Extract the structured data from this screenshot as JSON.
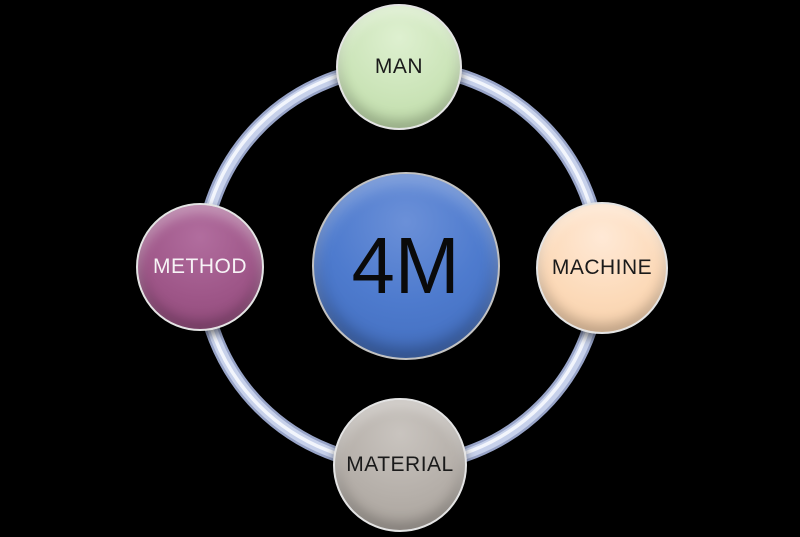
{
  "diagram": {
    "type": "cycle-hub",
    "background_color": "#000000",
    "ring": {
      "color": "#c7d1eb",
      "edge_color": "#98a4c8",
      "highlight_color": "#f2f5fc"
    },
    "center": {
      "id": "4m",
      "label": "4M",
      "fill": "#4a76ca",
      "text_color": "#0a0a0a"
    },
    "nodes": [
      {
        "id": "man",
        "label": "MAN",
        "position": "top",
        "fill": "#c6e0b4",
        "text_color": "#1a1a1a"
      },
      {
        "id": "machine",
        "label": "MACHINE",
        "position": "right",
        "fill": "#fbd8b8",
        "text_color": "#1a1a1a"
      },
      {
        "id": "material",
        "label": "MATERIAL",
        "position": "bottom",
        "fill": "#b2aca6",
        "text_color": "#1a1a1a"
      },
      {
        "id": "method",
        "label": "METHOD",
        "position": "left",
        "fill": "#9e5688",
        "text_color": "#f7f3f6"
      }
    ]
  }
}
